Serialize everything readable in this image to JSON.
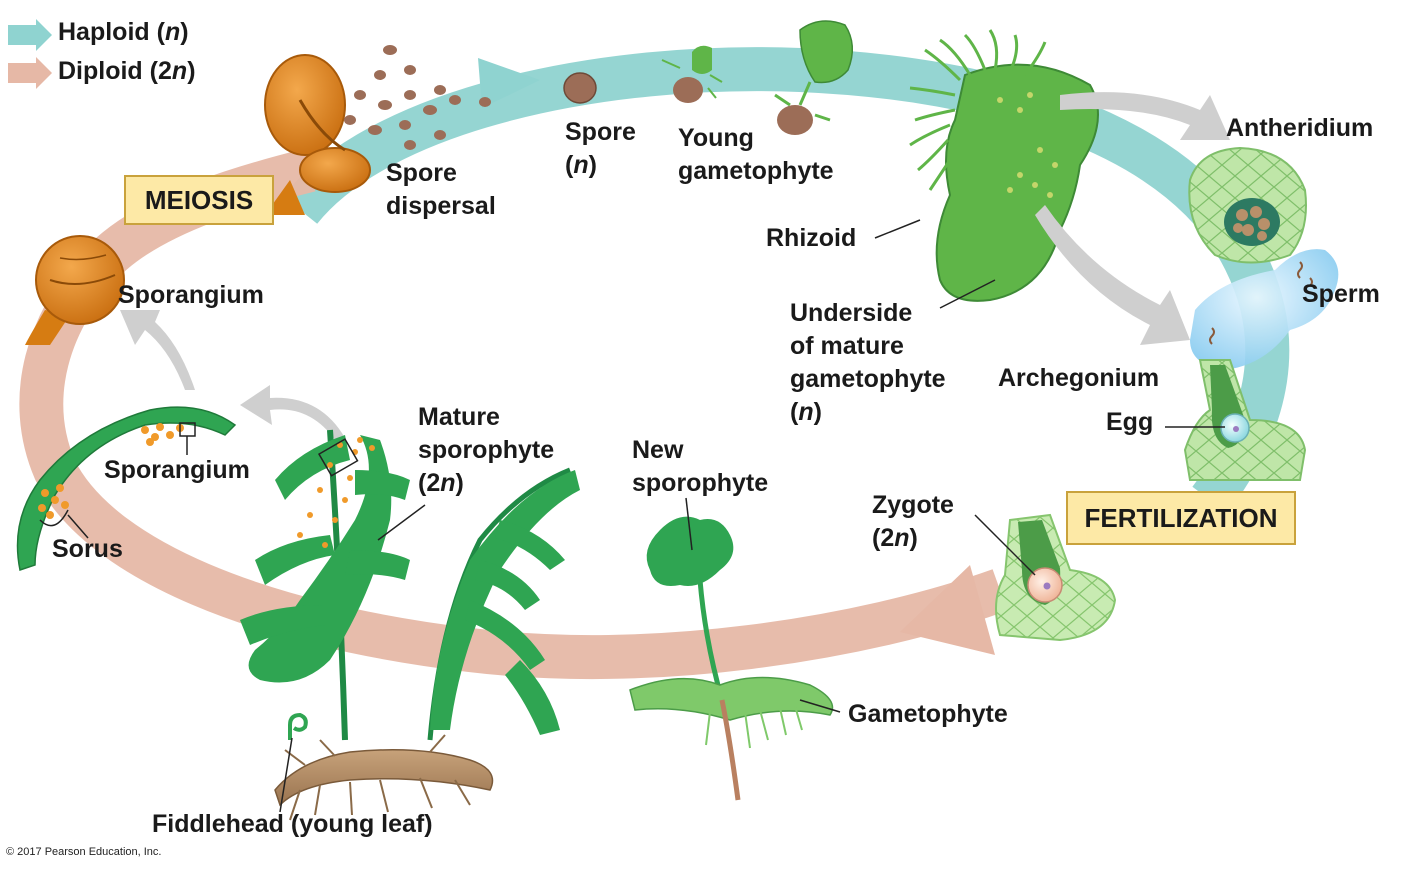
{
  "legend": {
    "haploid_label": "Haploid",
    "haploid_sym": "n",
    "diploid_label": "Diploid",
    "diploid_num": "2",
    "diploid_sym": "n"
  },
  "phases": {
    "meiosis": "MEIOSIS",
    "fertilization": "FERTILIZATION"
  },
  "labels": {
    "spore_dispersal_1": "Spore",
    "spore_dispersal_2": "dispersal",
    "spore_1": "Spore",
    "spore_2_sym": "n",
    "young_gameto_1": "Young",
    "young_gameto_2": "gametophyte",
    "antheridium": "Antheridium",
    "rhizoid": "Rhizoid",
    "sperm": "Sperm",
    "underside_1": "Underside",
    "underside_2": "of mature",
    "underside_3": "gametophyte",
    "underside_4_sym": "n",
    "archegonium": "Archegonium",
    "egg": "Egg",
    "zygote_1": "Zygote",
    "zygote_2_num": "2",
    "zygote_2_sym": "n",
    "sporangium_top": "Sporangium",
    "sporangium_bottom": "Sporangium",
    "sorus": "Sorus",
    "mature_sporo_1": "Mature",
    "mature_sporo_2": "sporophyte",
    "mature_sporo_3_num": "2",
    "mature_sporo_3_sym": "n",
    "new_sporo_1": "New",
    "new_sporo_2": "sporophyte",
    "gametophyte": "Gametophyte",
    "fiddlehead": "Fiddlehead (young leaf)"
  },
  "copyright": "© 2017 Pearson Education, Inc.",
  "colors": {
    "haploid": "#8fd3d0",
    "diploid": "#e6b8a6",
    "phase_box_fill": "#fde9a6",
    "phase_box_border": "#c9a23c",
    "sporangium": "#e8861c",
    "plant_green": "#2fa552",
    "gametophyte_green": "#5fb548",
    "cell_green": "#bfe6a8",
    "spore_brown": "#9c6d57",
    "process_arrow": "#cfcfcf"
  }
}
